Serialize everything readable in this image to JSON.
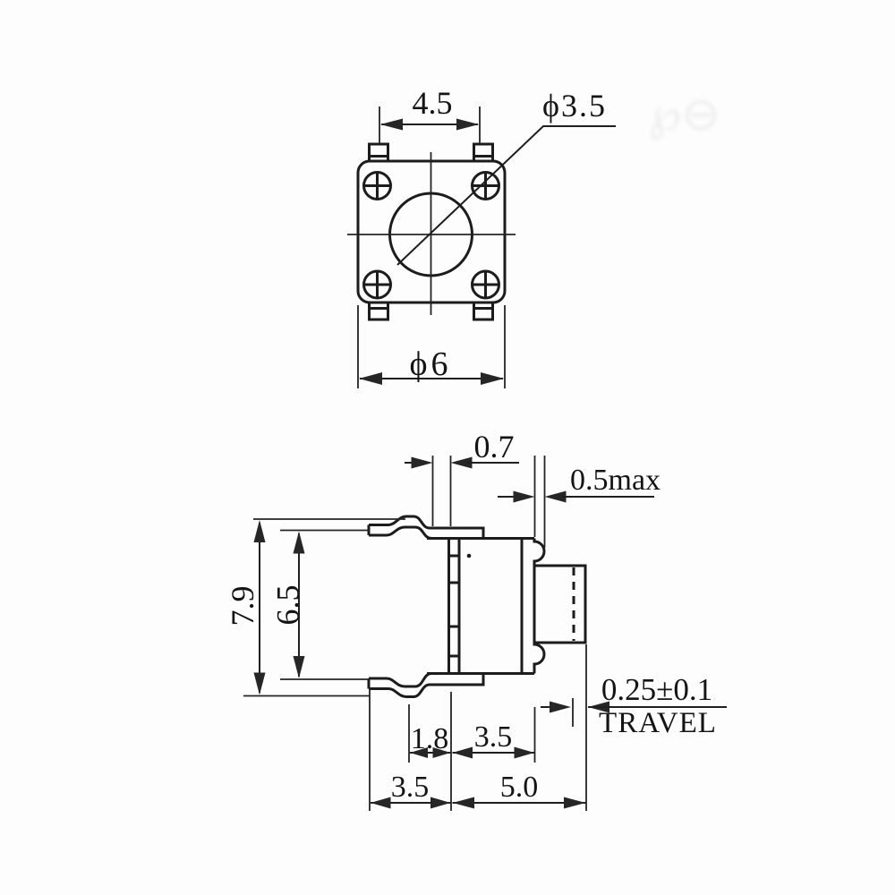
{
  "drawing": {
    "component": "tactile-switch-dimension-drawing",
    "background_color": "#fdfdfd",
    "line_color": "#1c1c1c"
  },
  "top_view": {
    "pin_pitch": "4.5",
    "button_diameter": "ϕ3.5",
    "body_diameter": "ϕ6"
  },
  "side_view": {
    "stem_width": "0.7",
    "bump_max": "0.5max",
    "overall_height": "7.9",
    "inner_height": "6.5",
    "lead_bend": "1.8",
    "body_depth": "3.5",
    "lead_span": "3.5",
    "total_depth": "5.0",
    "travel_value": "0.25±0.1",
    "travel_label": "TRAVEL"
  }
}
